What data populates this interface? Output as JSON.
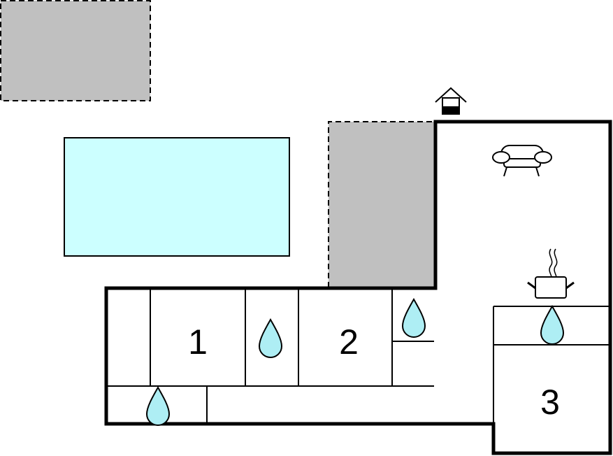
{
  "floorplan": {
    "rooms": [
      {
        "label": "1"
      },
      {
        "label": "2"
      },
      {
        "label": "3"
      }
    ],
    "icons": {
      "entrance": "house-entrance-icon",
      "living": "sofa-icon",
      "kitchen": "cooking-pot-icon",
      "water": "water-drop-icon"
    },
    "colors": {
      "pool": "#ccffff",
      "terrace": "#c0c0c0",
      "water_drop": "#aeeef4",
      "wall": "#000000"
    }
  }
}
